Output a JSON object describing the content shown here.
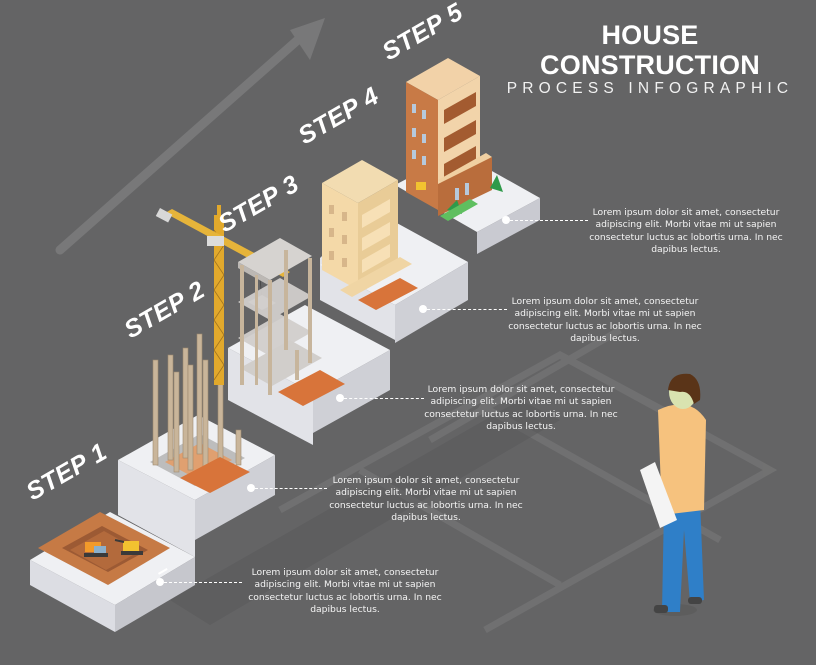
{
  "header": {
    "title": "HOUSE CONSTRUCTION",
    "subtitle": "PROCESS INFOGRAPHIC"
  },
  "colors": {
    "background": "#646465",
    "platform_top": "#f0f0f3",
    "platform_side": "#d7d8de",
    "accent_orange": "#d8743a",
    "soil": "#b8683a",
    "text": "#ffffff",
    "person_shirt": "#f6c27e",
    "person_pants": "#2f7fc8"
  },
  "steps": [
    {
      "label": "STEP 1",
      "stage": "excavation",
      "description": "Lorem ipsum dolor sit amet, consectetur adipiscing elit. Morbi vitae mi ut sapien consectetur luctus ac lobortis urna. In nec dapibus lectus."
    },
    {
      "label": "STEP 2",
      "stage": "foundation-columns",
      "description": "Lorem ipsum dolor sit amet, consectetur adipiscing elit. Morbi vitae mi ut sapien consectetur luctus ac lobortis urna. In nec dapibus lectus."
    },
    {
      "label": "STEP 3",
      "stage": "concrete-frame",
      "description": "Lorem ipsum dolor sit amet, consectetur adipiscing elit. Morbi vitae mi ut sapien consectetur luctus ac lobortis urna. In nec dapibus lectus."
    },
    {
      "label": "STEP 4",
      "stage": "unfinished-building",
      "description": "Lorem ipsum dolor sit amet, consectetur adipiscing elit. Morbi vitae mi ut sapien consectetur luctus ac lobortis urna. In nec dapibus lectus."
    },
    {
      "label": "STEP 5",
      "stage": "finished-building",
      "description": "Lorem ipsum dolor sit amet, consectetur adipiscing elit. Morbi vitae mi ut sapien consectetur luctus ac lobortis urna. In nec dapibus lectus."
    }
  ],
  "icons": {
    "growth_arrow": "growth-arrow-icon",
    "crane": "tower-crane-icon",
    "excavator": "excavator-icon",
    "person": "person-with-blueprint-icon"
  }
}
